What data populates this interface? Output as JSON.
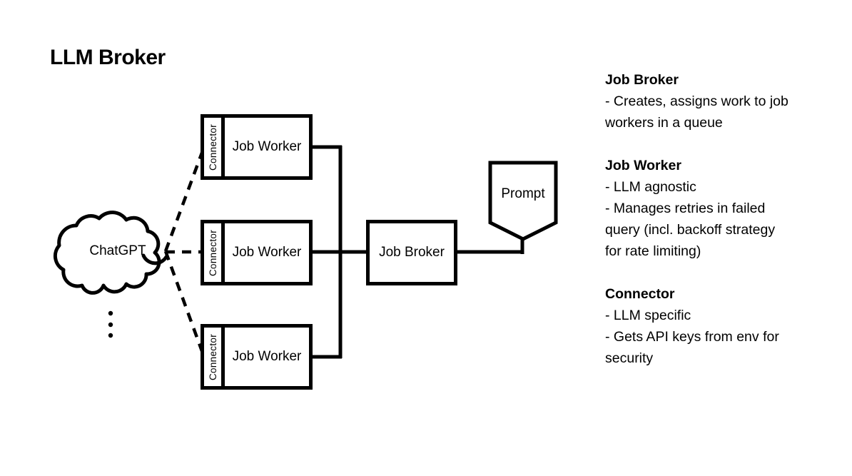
{
  "slide_title": "LLM Broker",
  "colors": {
    "ink": "#000000",
    "background": "#ffffff"
  },
  "cloud": {
    "label": "ChatGPT"
  },
  "more_workers_icon": "vertical-ellipsis",
  "workers": [
    {
      "connector_label": "Connector",
      "label": "Job Worker"
    },
    {
      "connector_label": "Connector",
      "label": "Job Worker"
    },
    {
      "connector_label": "Connector",
      "label": "Job Worker"
    }
  ],
  "broker": {
    "label": "Job Broker"
  },
  "prompt": {
    "label": "Prompt"
  },
  "notes": [
    {
      "heading": "Job Broker",
      "lines": [
        "- Creates, assigns work to job",
        "workers in a queue"
      ]
    },
    {
      "heading": "Job Worker",
      "lines": [
        "- LLM agnostic",
        "- Manages retries in failed",
        "query (incl. backoff strategy",
        "for rate limiting)"
      ]
    },
    {
      "heading": "Connector",
      "lines": [
        "- LLM specific",
        "- Gets API keys from env for",
        "security"
      ]
    }
  ]
}
